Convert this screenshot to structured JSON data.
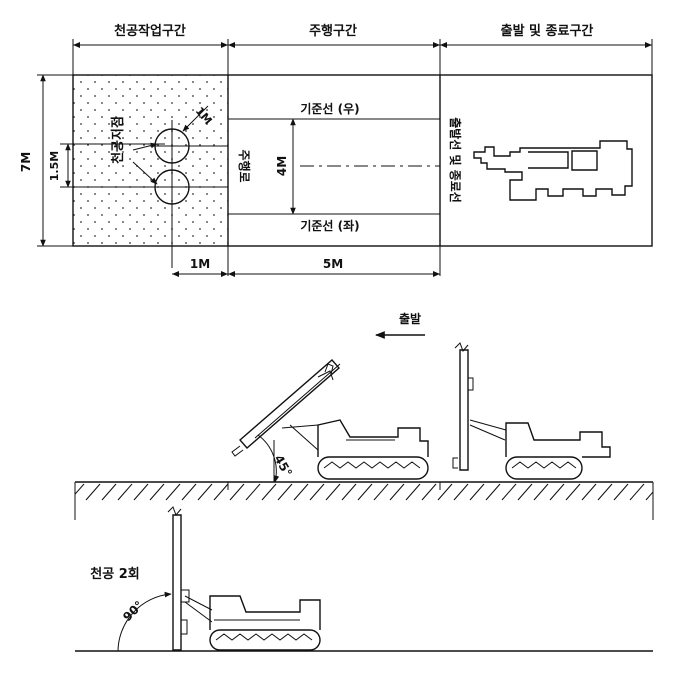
{
  "plan": {
    "sections": {
      "drilling": "천공작업구간",
      "driving": "주행구간",
      "start_end": "출발 및 종료구간"
    },
    "dimensions": {
      "height_7m": "7M",
      "gap_1_5m": "1.5M",
      "circle_1m": "1M",
      "lane_4m": "4M",
      "bottom_1m": "1M",
      "bottom_5m": "5M"
    },
    "labels": {
      "drill_points": "천공지점",
      "baseline_right": "기준선 (우)",
      "baseline_left": "기준선 (좌)",
      "driving_lane": "주행로",
      "start_end_line": "출발선 및 종료선"
    }
  },
  "elevation": {
    "start_arrow_label": "출발",
    "angle_45": "45°",
    "angle_90": "90°",
    "drill_twice": "천공 2회"
  }
}
